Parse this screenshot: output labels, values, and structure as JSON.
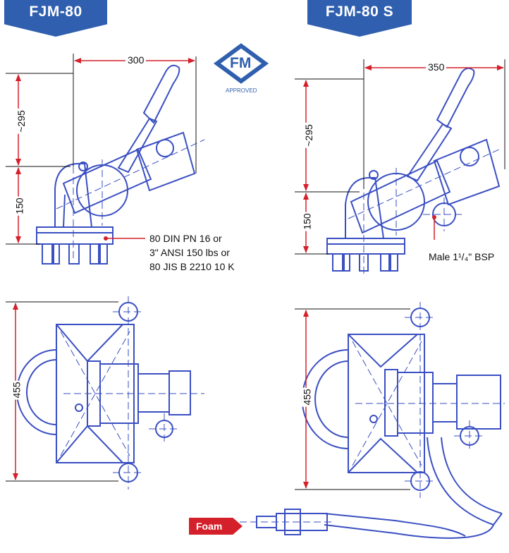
{
  "models": {
    "left": "FJM-80",
    "right": "FJM-80 S"
  },
  "badge": {
    "mark": "FM",
    "caption": "APPROVED"
  },
  "dimensions": {
    "left_width": "300",
    "right_width": "350",
    "left_height_upper": "~295",
    "left_height_lower": "150",
    "right_height_upper": "~295",
    "right_height_lower": "150",
    "left_plan": "455",
    "right_plan": "455"
  },
  "flange_note": [
    "80 DIN PN 16 or",
    "3\" ANSI 150 lbs or",
    "80 JIS B 2210 10 K"
  ],
  "inlet_note": "Male 1¹/₄\" BSP",
  "foam_label": "Foam",
  "colors": {
    "drawing": "#3a4fc2",
    "arrow": "#d4202a",
    "tab": "#2f5fae"
  }
}
